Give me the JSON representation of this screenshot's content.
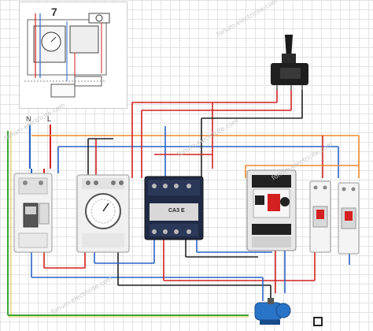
{
  "labels": {
    "neutral": "N",
    "line": "L",
    "contactor_model": "CA3 E",
    "inset_number": "7"
  },
  "watermark": "fonum-electricite.com",
  "devices": [
    {
      "name": "differential-breaker",
      "kind": "RCD"
    },
    {
      "name": "timer",
      "kind": "clock timer"
    },
    {
      "name": "contactor",
      "kind": "contactor"
    },
    {
      "name": "motor-protection-breaker",
      "kind": "motor breaker"
    },
    {
      "name": "circuit-breaker-1",
      "kind": "MCB"
    },
    {
      "name": "circuit-breaker-2",
      "kind": "MCB"
    }
  ],
  "colors": {
    "live": "#d42020",
    "neutral": "#2a64c8",
    "earth": "#3aa63a",
    "earth_stripe": "#d8c84a",
    "black": "#222222",
    "orange": "#f08a2a"
  }
}
